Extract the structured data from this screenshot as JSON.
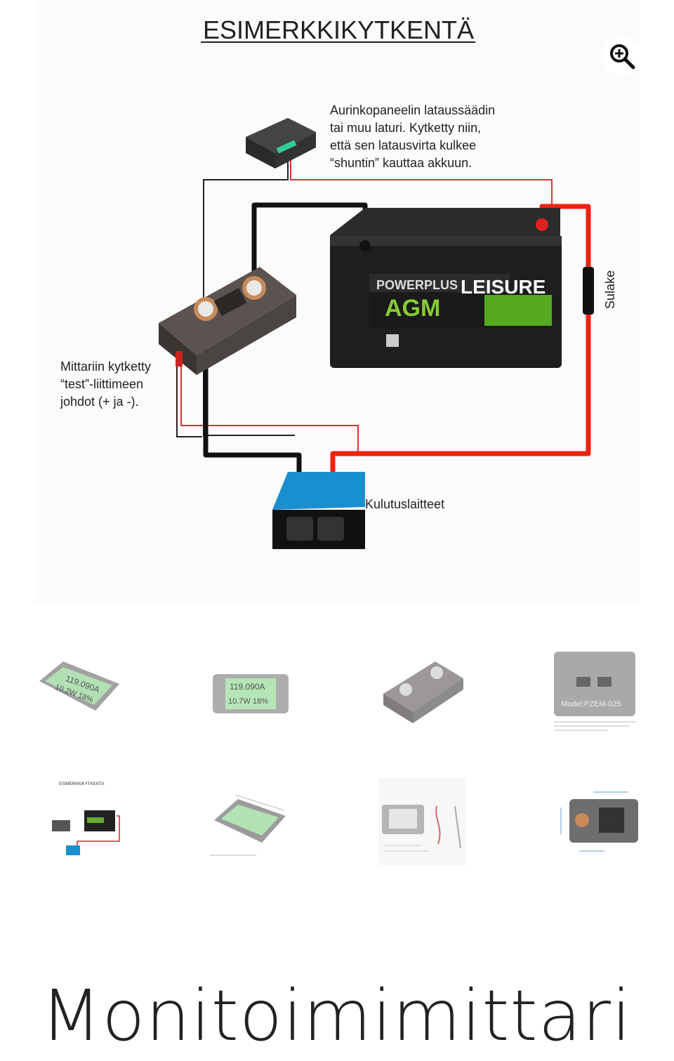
{
  "gallery": {
    "main_image": {
      "title": "ESIMERKKIKYTKENTÄ",
      "labels": {
        "charger": [
          "Aurinkopaneelin lataussäädin",
          "tai muu laturi. Kytketty niin,",
          "että sen latausvirta kulkee",
          "“shuntin” kauttaa akkuun."
        ],
        "meter": [
          "Mittariin kytketty",
          "“test”-liittimeen",
          "johdot (+ ja -)."
        ],
        "fuse": "Sulake",
        "load": "Kulutuslaitteet",
        "battery_brand": "POWERPLUS",
        "battery_type": "AGM",
        "battery_series": "LEISURE"
      }
    },
    "zoom_icon": "zoom-in-icon",
    "thumbnails": [
      {
        "kind": "meter-display-angle",
        "lines": [
          "119.090A",
          "10.2W 18%"
        ]
      },
      {
        "kind": "meter-display-front",
        "lines": [
          "119.090A",
          "10.7W 18%"
        ]
      },
      {
        "kind": "shunt"
      },
      {
        "kind": "meter-back",
        "lines": [
          "Model:PZEM-025"
        ]
      },
      {
        "kind": "wiring-diagram",
        "lines": [
          "ESIMERKKIKYTKENTÄ"
        ]
      },
      {
        "kind": "meter-dimensions"
      },
      {
        "kind": "kit-contents"
      },
      {
        "kind": "shunt-dimensions"
      }
    ]
  },
  "product": {
    "title": "Monitoimimittari"
  }
}
